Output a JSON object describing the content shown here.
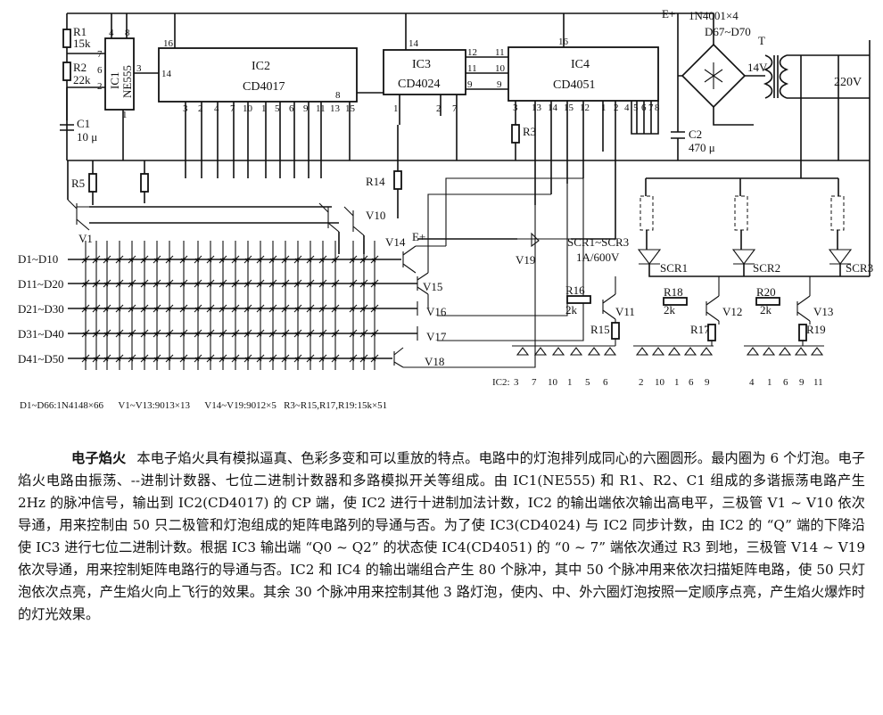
{
  "schematic": {
    "chips": {
      "ic1": {
        "name": "IC1",
        "part": "NE555"
      },
      "ic2": {
        "name": "IC2",
        "part": "CD4017"
      },
      "ic3": {
        "name": "IC3",
        "part": "CD4024"
      },
      "ic4": {
        "name": "IC4",
        "part": "CD4051"
      }
    },
    "components": {
      "r1": "R1",
      "r1_val": "15k",
      "r2": "R2",
      "r2_val": "22k",
      "c1": "C1",
      "c1_val": "10 μ",
      "r5": "R5",
      "r14": "R14",
      "r3": "R3",
      "c2": "C2",
      "c2_val": "470 μ",
      "v1": "V1",
      "v10": "V10",
      "v14": "V14",
      "v15": "V15",
      "v16": "V16",
      "v17": "V17",
      "v18": "V18",
      "v19": "V19",
      "r16": "R16",
      "r16_val": "2k",
      "v11": "V11",
      "r15": "R15",
      "r18": "R18",
      "r18_val": "2k",
      "v12": "V12",
      "r17": "R17",
      "r20": "R20",
      "r20_val": "2k",
      "v13": "V13",
      "r19": "R19",
      "scr1": "SCR1",
      "scr2": "SCR2",
      "scr3": "SCR3",
      "scr_range": "SCR1~SCR3",
      "scr_rating": "1A/600V"
    },
    "power": {
      "eplus": "E+",
      "eplus2": "E+",
      "diodes": "1N4001×4",
      "diode_ref": "D67~D70",
      "transformer": "T",
      "secondary": "14V",
      "mains": "220V"
    },
    "rows": [
      "D1~D10",
      "D11~D20",
      "D21~D30",
      "D31~D40",
      "D41~D50"
    ],
    "pins": {
      "ic1_top": [
        "4",
        "8"
      ],
      "ic1_left": [
        "7",
        "6",
        "2"
      ],
      "ic1_right": "3",
      "ic1_bottom": "1",
      "ic2_top": "16",
      "ic2_left": "14",
      "ic2_bottom": [
        "3",
        "2",
        "4",
        "7",
        "10",
        "1",
        "5",
        "6",
        "9",
        "11",
        "13",
        "15"
      ],
      "ic2_q": "8",
      "ic3_top": "14",
      "ic3_right": [
        "12",
        "11",
        "9"
      ],
      "ic3_bottom": [
        "1",
        "2",
        "7"
      ],
      "ic4_top": "16",
      "ic4_left": [
        "11",
        "10",
        "9"
      ],
      "ic4_bottom": [
        "3",
        "13",
        "14",
        "15",
        "12",
        "1",
        "2",
        "4",
        "5",
        "6",
        "7",
        "8"
      ]
    },
    "led_groups": [
      {
        "prefix": "IC2:",
        "pins": [
          "3",
          "7",
          "10",
          "1",
          "5",
          "6"
        ]
      },
      {
        "prefix": "",
        "pins": [
          "2",
          "10",
          "1",
          "6",
          "9"
        ]
      },
      {
        "prefix": "",
        "pins": [
          "4",
          "1",
          "6",
          "9",
          "11"
        ]
      }
    ],
    "footnote": "D1~D66:1N4148×66      V1~V13:9013×13      V14~V19:9012×5   R3~R15,R17,R19:15k×51"
  },
  "article": {
    "title": "电子焰火",
    "body": "本电子焰火具有模拟逼真、色彩多变和可以重放的特点。电路中的灯泡排列成同心的六圈圆形。最内圈为 6 个灯泡。电子焰火电路由振荡、--进制计数器、七位二进制计数器和多路模拟开关等组成。由 IC1(NE555) 和 R1、R2、C1 组成的多谐振荡电路产生 2Hz 的脉冲信号，输出到 IC2(CD4017) 的 CP 端，使 IC2 进行十进制加法计数，IC2 的输出端依次输出高电平，三极管 V1 ~ V10 依次导通，用来控制由 50 只二极管和灯泡组成的矩阵电路列的导通与否。为了使 IC3(CD4024) 与 IC2 同步计数，由 IC2 的 “Q” 端的下降沿使 IC3 进行七位二进制计数。根据 IC3 输出端 “Q0 ~ Q2” 的状态使 IC4(CD4051) 的 “0 ~ 7” 端依次通过 R3 到地，三极管 V14 ~ V19 依次导通，用来控制矩阵电路行的导通与否。IC2 和 IC4 的输出端组合产生 80 个脉冲，其中 50 个脉冲用来依次扫描矩阵电路，使 50 只灯泡依次点亮，产生焰火向上飞行的效果。其余 30 个脉冲用来控制其他 3 路灯泡，使内、中、外六圈灯泡按照一定顺序点亮，产生焰火爆炸时的灯光效果。"
  }
}
